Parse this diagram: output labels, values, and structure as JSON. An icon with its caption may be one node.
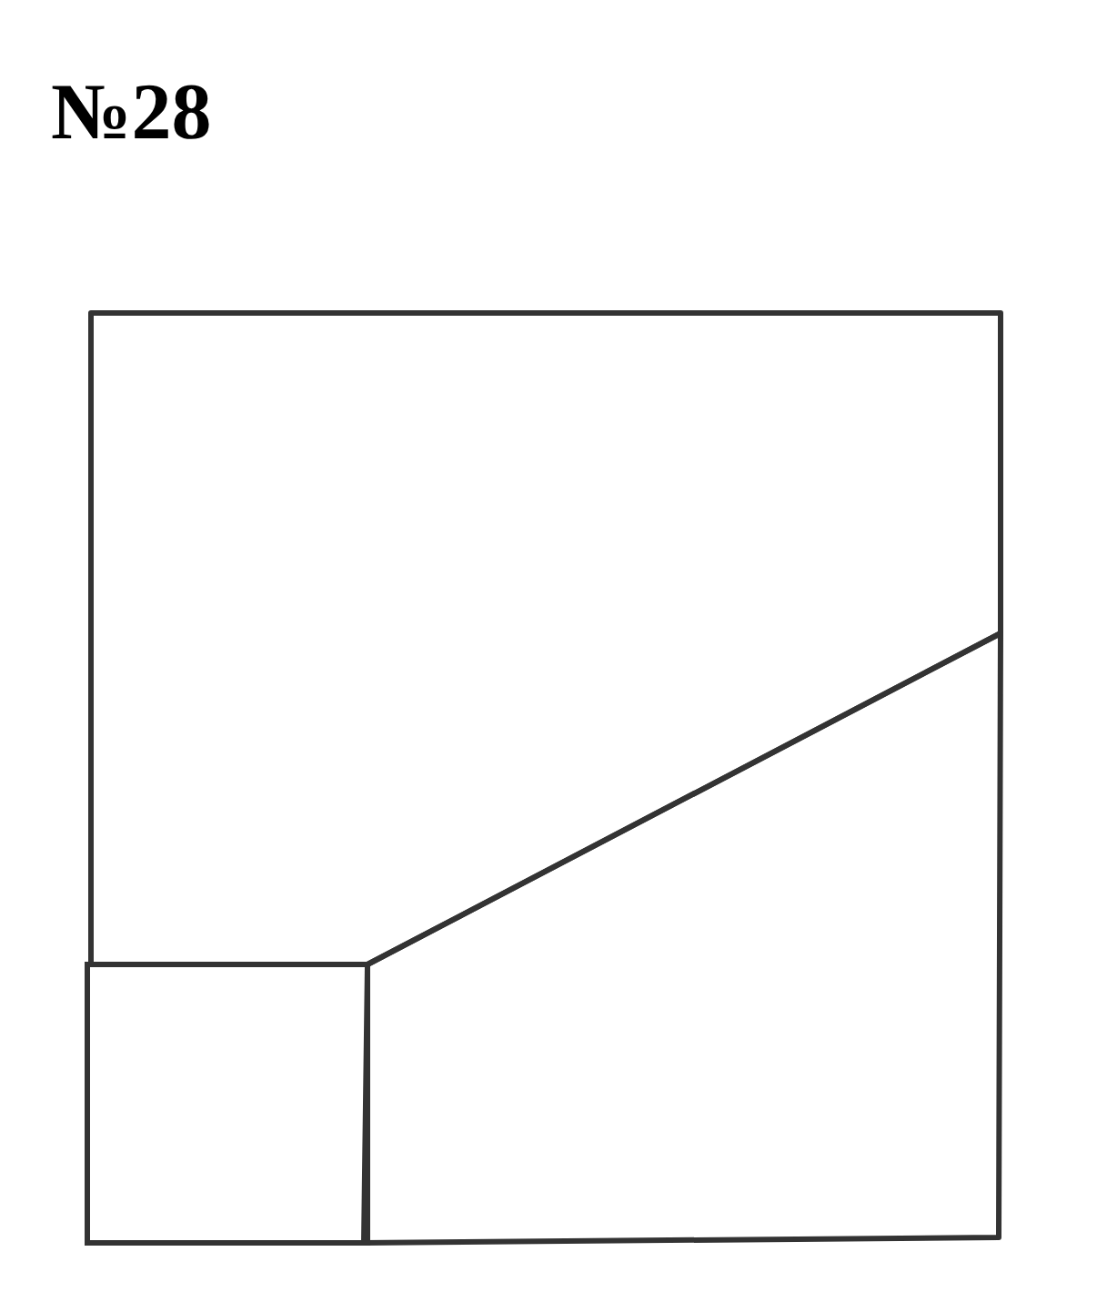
{
  "diagram": {
    "title": "№28",
    "nodes": [
      {
        "text": [],
        "shape": "polygon"
      },
      {
        "text": [],
        "shape": "trapezoid"
      },
      {
        "text": [],
        "shape": "box"
      }
    ]
  }
}
